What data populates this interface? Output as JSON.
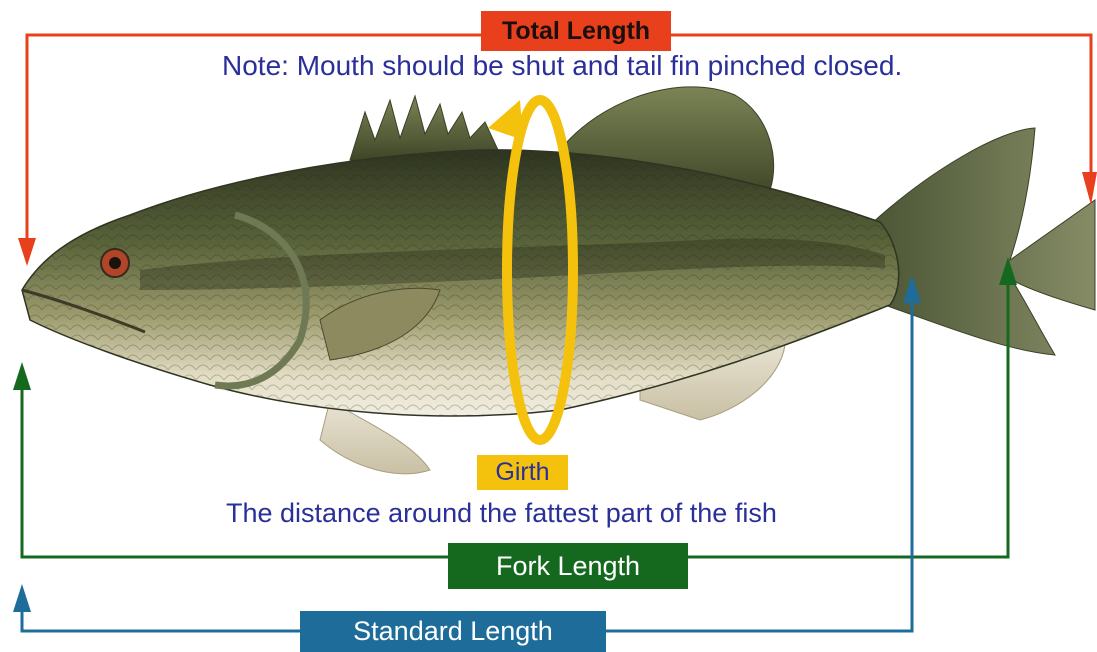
{
  "labels": {
    "total_length": "Total Length",
    "note": "Note:  Mouth should be shut and tail fin pinched closed.",
    "girth": "Girth",
    "girth_description": "The distance around the fattest part of the fish",
    "fork_length": "Fork Length",
    "standard_length": "Standard Length"
  },
  "colors": {
    "total_length": "#e8401c",
    "fork_length": "#15691f",
    "standard_length": "#1d6c9a",
    "girth": "#f4c20d",
    "note_text": "#2b2f9a"
  },
  "illustration": {
    "subject": "largemouth-bass"
  }
}
